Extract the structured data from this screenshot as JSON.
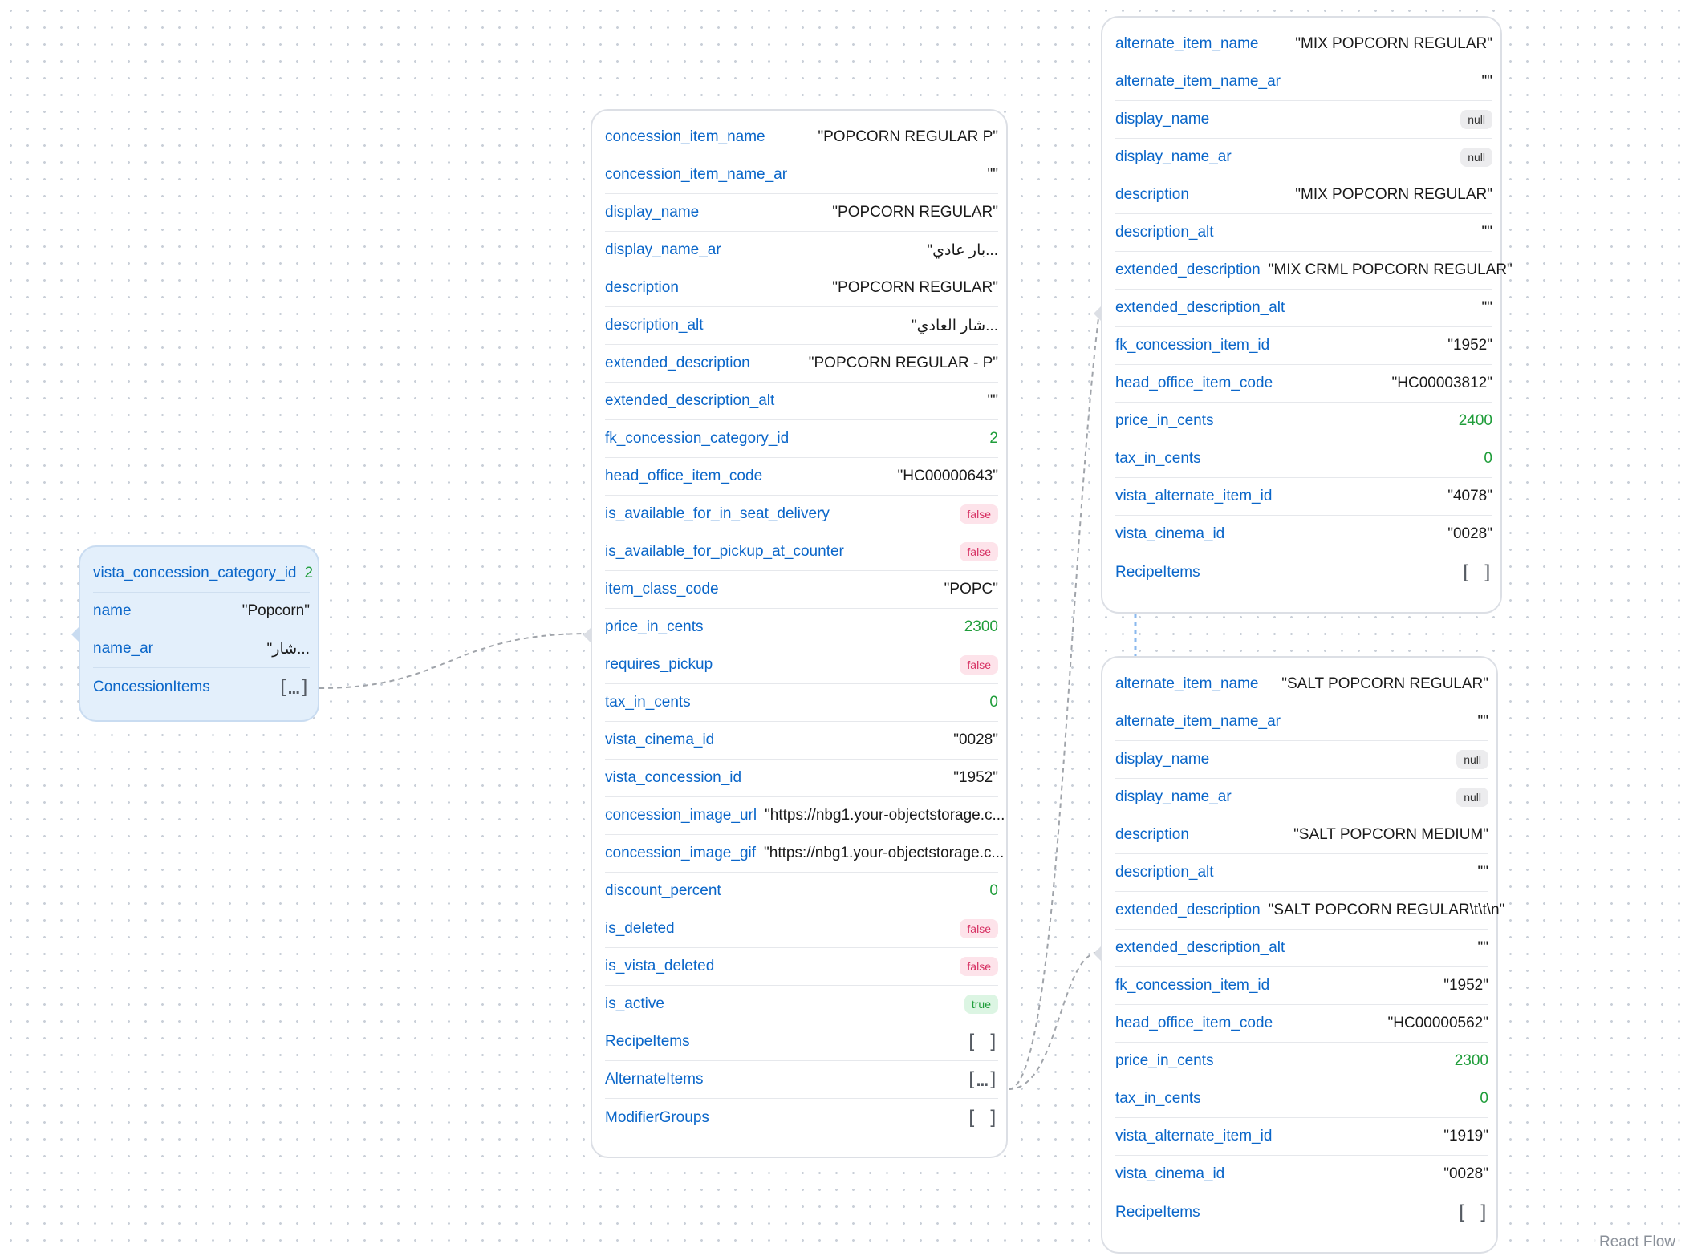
{
  "category_node": {
    "rows": [
      {
        "key": "vista_concession_category_id",
        "value": "2",
        "type": "num"
      },
      {
        "key": "name",
        "value": "\"Popcorn\"",
        "type": "str"
      },
      {
        "key": "name_ar",
        "value": "\"شار...",
        "type": "str"
      },
      {
        "key": "ConcessionItems",
        "value": "[…]",
        "type": "arr-filled"
      }
    ]
  },
  "item_node": {
    "rows": [
      {
        "key": "concession_item_name",
        "value": "\"POPCORN REGULAR P\"",
        "type": "str"
      },
      {
        "key": "concession_item_name_ar",
        "value": "\"\"",
        "type": "str"
      },
      {
        "key": "display_name",
        "value": "\"POPCORN REGULAR\"",
        "type": "str"
      },
      {
        "key": "display_name_ar",
        "value": "\"بار عادي...",
        "type": "str"
      },
      {
        "key": "description",
        "value": "\"POPCORN REGULAR\"",
        "type": "str"
      },
      {
        "key": "description_alt",
        "value": "\"شار العادي...",
        "type": "str"
      },
      {
        "key": "extended_description",
        "value": "\"POPCORN REGULAR - P\"",
        "type": "str"
      },
      {
        "key": "extended_description_alt",
        "value": "\"\"",
        "type": "str"
      },
      {
        "key": "fk_concession_category_id",
        "value": "2",
        "type": "num"
      },
      {
        "key": "head_office_item_code",
        "value": "\"HC00000643\"",
        "type": "str"
      },
      {
        "key": "is_available_for_in_seat_delivery",
        "value": "false",
        "type": "false"
      },
      {
        "key": "is_available_for_pickup_at_counter",
        "value": "false",
        "type": "false"
      },
      {
        "key": "item_class_code",
        "value": "\"POPC\"",
        "type": "str"
      },
      {
        "key": "price_in_cents",
        "value": "2300",
        "type": "num"
      },
      {
        "key": "requires_pickup",
        "value": "false",
        "type": "false"
      },
      {
        "key": "tax_in_cents",
        "value": "0",
        "type": "num"
      },
      {
        "key": "vista_cinema_id",
        "value": "\"0028\"",
        "type": "str"
      },
      {
        "key": "vista_concession_id",
        "value": "\"1952\"",
        "type": "str"
      },
      {
        "key": "concession_image_url",
        "value": "\"https://nbg1.your-objectstorage.c...",
        "type": "str"
      },
      {
        "key": "concession_image_gif",
        "value": "\"https://nbg1.your-objectstorage.c...",
        "type": "str"
      },
      {
        "key": "discount_percent",
        "value": "0",
        "type": "num"
      },
      {
        "key": "is_deleted",
        "value": "false",
        "type": "false"
      },
      {
        "key": "is_vista_deleted",
        "value": "false",
        "type": "false"
      },
      {
        "key": "is_active",
        "value": "true",
        "type": "true"
      },
      {
        "key": "RecipeItems",
        "value": "[ ]",
        "type": "arr"
      },
      {
        "key": "AlternateItems",
        "value": "[…]",
        "type": "arr-filled"
      },
      {
        "key": "ModifierGroups",
        "value": "[ ]",
        "type": "arr"
      }
    ]
  },
  "alt_node_1": {
    "rows": [
      {
        "key": "alternate_item_name",
        "value": "\"MIX POPCORN REGULAR\"",
        "type": "str"
      },
      {
        "key": "alternate_item_name_ar",
        "value": "\"\"",
        "type": "str"
      },
      {
        "key": "display_name",
        "value": "null",
        "type": "null"
      },
      {
        "key": "display_name_ar",
        "value": "null",
        "type": "null"
      },
      {
        "key": "description",
        "value": "\"MIX POPCORN REGULAR\"",
        "type": "str"
      },
      {
        "key": "description_alt",
        "value": "\"\"",
        "type": "str"
      },
      {
        "key": "extended_description",
        "value": "\"MIX CRML POPCORN REGULAR\"",
        "type": "str"
      },
      {
        "key": "extended_description_alt",
        "value": "\"\"",
        "type": "str"
      },
      {
        "key": "fk_concession_item_id",
        "value": "\"1952\"",
        "type": "str"
      },
      {
        "key": "head_office_item_code",
        "value": "\"HC00003812\"",
        "type": "str"
      },
      {
        "key": "price_in_cents",
        "value": "2400",
        "type": "num"
      },
      {
        "key": "tax_in_cents",
        "value": "0",
        "type": "num"
      },
      {
        "key": "vista_alternate_item_id",
        "value": "\"4078\"",
        "type": "str"
      },
      {
        "key": "vista_cinema_id",
        "value": "\"0028\"",
        "type": "str"
      },
      {
        "key": "RecipeItems",
        "value": "[ ]",
        "type": "arr"
      }
    ]
  },
  "alt_node_2": {
    "rows": [
      {
        "key": "alternate_item_name",
        "value": "\"SALT POPCORN REGULAR\"",
        "type": "str"
      },
      {
        "key": "alternate_item_name_ar",
        "value": "\"\"",
        "type": "str"
      },
      {
        "key": "display_name",
        "value": "null",
        "type": "null"
      },
      {
        "key": "display_name_ar",
        "value": "null",
        "type": "null"
      },
      {
        "key": "description",
        "value": "\"SALT POPCORN MEDIUM\"",
        "type": "str"
      },
      {
        "key": "description_alt",
        "value": "\"\"",
        "type": "str"
      },
      {
        "key": "extended_description",
        "value": "\"SALT POPCORN REGULAR\\t\\t\\n\"",
        "type": "str"
      },
      {
        "key": "extended_description_alt",
        "value": "\"\"",
        "type": "str"
      },
      {
        "key": "fk_concession_item_id",
        "value": "\"1952\"",
        "type": "str"
      },
      {
        "key": "head_office_item_code",
        "value": "\"HC00000562\"",
        "type": "str"
      },
      {
        "key": "price_in_cents",
        "value": "2300",
        "type": "num"
      },
      {
        "key": "tax_in_cents",
        "value": "0",
        "type": "num"
      },
      {
        "key": "vista_alternate_item_id",
        "value": "\"1919\"",
        "type": "str"
      },
      {
        "key": "vista_cinema_id",
        "value": "\"0028\"",
        "type": "str"
      },
      {
        "key": "RecipeItems",
        "value": "[ ]",
        "type": "arr"
      }
    ]
  },
  "attribution": "React Flow",
  "colors": {
    "key": "#0a66c9",
    "number": "#1f9d3a",
    "false_badge": "#d62f62",
    "true_badge": "#1f9d3a",
    "edge": "#a0a4aa",
    "selected_edge": "#8ab8ee",
    "selected_node_bg": "#e3effb"
  }
}
